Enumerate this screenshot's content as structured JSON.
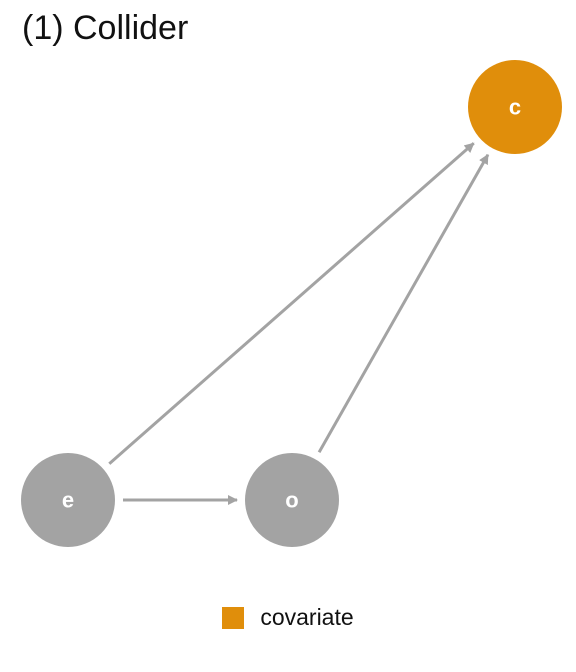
{
  "title": "(1) Collider",
  "colors": {
    "node_default": "#a3a3a3",
    "node_covariate": "#e08e0b",
    "edge": "#a3a3a3",
    "label": "#ffffff"
  },
  "nodes": [
    {
      "id": "c",
      "label": "c",
      "role": "covariate"
    },
    {
      "id": "e",
      "label": "e",
      "role": "default"
    },
    {
      "id": "o",
      "label": "o",
      "role": "default"
    }
  ],
  "edges": [
    {
      "from": "e",
      "to": "c"
    },
    {
      "from": "o",
      "to": "c"
    },
    {
      "from": "e",
      "to": "o"
    }
  ],
  "legend": {
    "items": [
      {
        "label": "covariate",
        "color": "#e08e0b"
      }
    ]
  }
}
